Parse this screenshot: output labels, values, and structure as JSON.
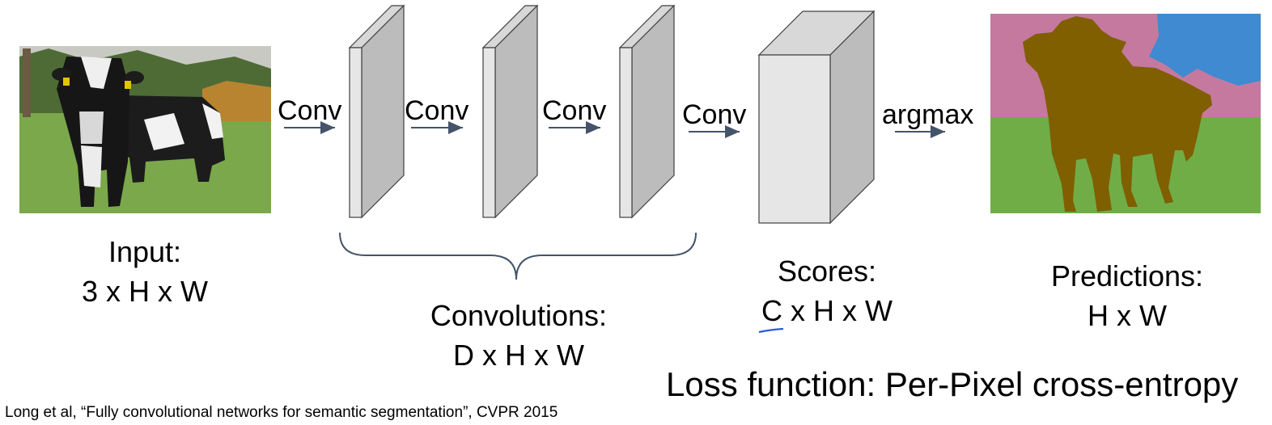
{
  "stages": {
    "input": {
      "title": "Input:",
      "shape": "3 x H x W"
    },
    "convolutions": {
      "title": "Convolutions:",
      "shape": "D x H x W"
    },
    "scores": {
      "title": "Scores:",
      "shape": "C x H x W"
    },
    "predictions": {
      "title": "Predictions:",
      "shape": "H x W"
    }
  },
  "arrows": {
    "conv_1": "Conv",
    "conv_2": "Conv",
    "conv_3": "Conv",
    "conv_4": "Conv",
    "argmax": "argmax"
  },
  "loss": "Loss function: Per-Pixel cross-entropy",
  "citation": "Long et al, “Fully convolutional networks for semantic segmentation”, CVPR 2015",
  "colors": {
    "arrow": "#44546a",
    "layer_front": "#e7e6e6",
    "layer_side": "#bcbcbc",
    "layer_stroke": "#404040",
    "seg_cow": "#7f5f00",
    "seg_grass": "#70ad47",
    "seg_trees": "#c5799f",
    "seg_sky": "#3f8ad1",
    "annotation": "#2a5bd7"
  }
}
